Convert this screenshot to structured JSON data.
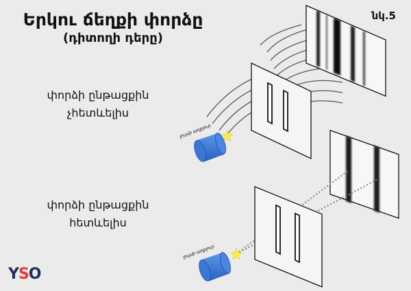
{
  "title": "Երկու ճեղքի փորձը",
  "subtitle": "(դիտողի դերը)",
  "figure_label": "նկ.5",
  "top_caption": [
    "փորձի ընթացքին",
    "չհետևելիս"
  ],
  "bottom_caption": [
    "փորձի ընթացքին",
    "հետևելիս"
  ],
  "source_label": "լույսի աղբյուր",
  "logo": {
    "y": "Y",
    "s": "S",
    "o": "O"
  },
  "colors": {
    "background": "#ebebeb",
    "source_blue": "#3a78d8",
    "star": "#fff030",
    "logo_navy": "#1d2e5c",
    "logo_red": "#e53935"
  }
}
